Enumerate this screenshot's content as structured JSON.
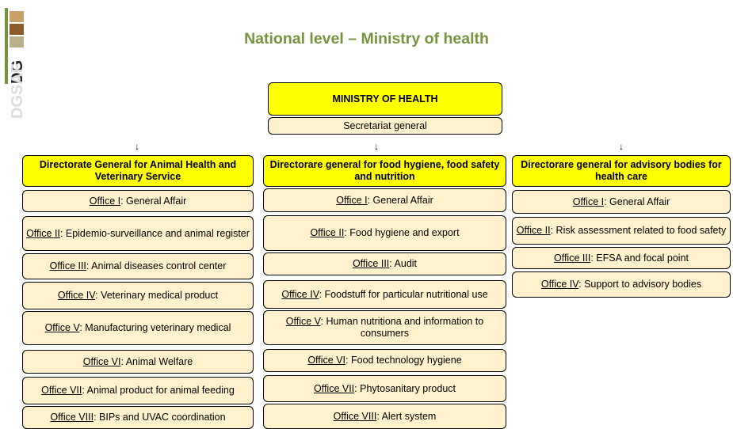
{
  "logo_text": "DGSAF",
  "title": "National level – Ministry of health",
  "ministry": "MINISTRY OF HEALTH",
  "secretariat": "Secretariat general",
  "columns": [
    {
      "header": "Directorate General for Animal Health and Veterinary Service",
      "offices": [
        {
          "label": "Office I",
          "text": ": General Affair"
        },
        {
          "label": "Office II",
          "text": ": Epidemio-surveillance and animal register"
        },
        {
          "label": "Office III",
          "text": ": Animal diseases control center"
        },
        {
          "label": "Office IV",
          "text": ": Veterinary medical product"
        },
        {
          "label": "Office V",
          "text": ": Manufacturing veterinary medical"
        },
        {
          "label": "Office VI",
          "text": ": Animal Welfare"
        },
        {
          "label": "Office VII",
          "text": ": Animal product for animal feeding"
        },
        {
          "label": "Office VIII",
          "text": ": BIPs and UVAC coordination"
        }
      ]
    },
    {
      "header": "Directorare general for food hygiene, food safety and nutrition",
      "offices": [
        {
          "label": "Office I",
          "text": ": General Affair"
        },
        {
          "label": "Office II",
          "text": ": Food hygiene and export"
        },
        {
          "label": "Office III",
          "text": ": Audit"
        },
        {
          "label": "Office IV",
          "text": ": Foodstuff for particular nutritional use"
        },
        {
          "label": "Office V",
          "text": ": Human nutritiona and information to consumers"
        },
        {
          "label": "Office VI",
          "text": ": Food technology hygiene"
        },
        {
          "label": "Office VII",
          "text": ": Phytosanitary product"
        },
        {
          "label": "Office VIII",
          "text": ": Alert system"
        }
      ]
    },
    {
      "header": "Directorare general for advisory bodies for health care",
      "offices": [
        {
          "label": "Office I",
          "text": ": General Affair"
        },
        {
          "label": "Office II",
          "text": ": Risk assessment related to food safety"
        },
        {
          "label": "Office III",
          "text": ": EFSA and focal point"
        },
        {
          "label": "Office IV",
          "text": ": Support to advisory bodies"
        }
      ]
    }
  ]
}
